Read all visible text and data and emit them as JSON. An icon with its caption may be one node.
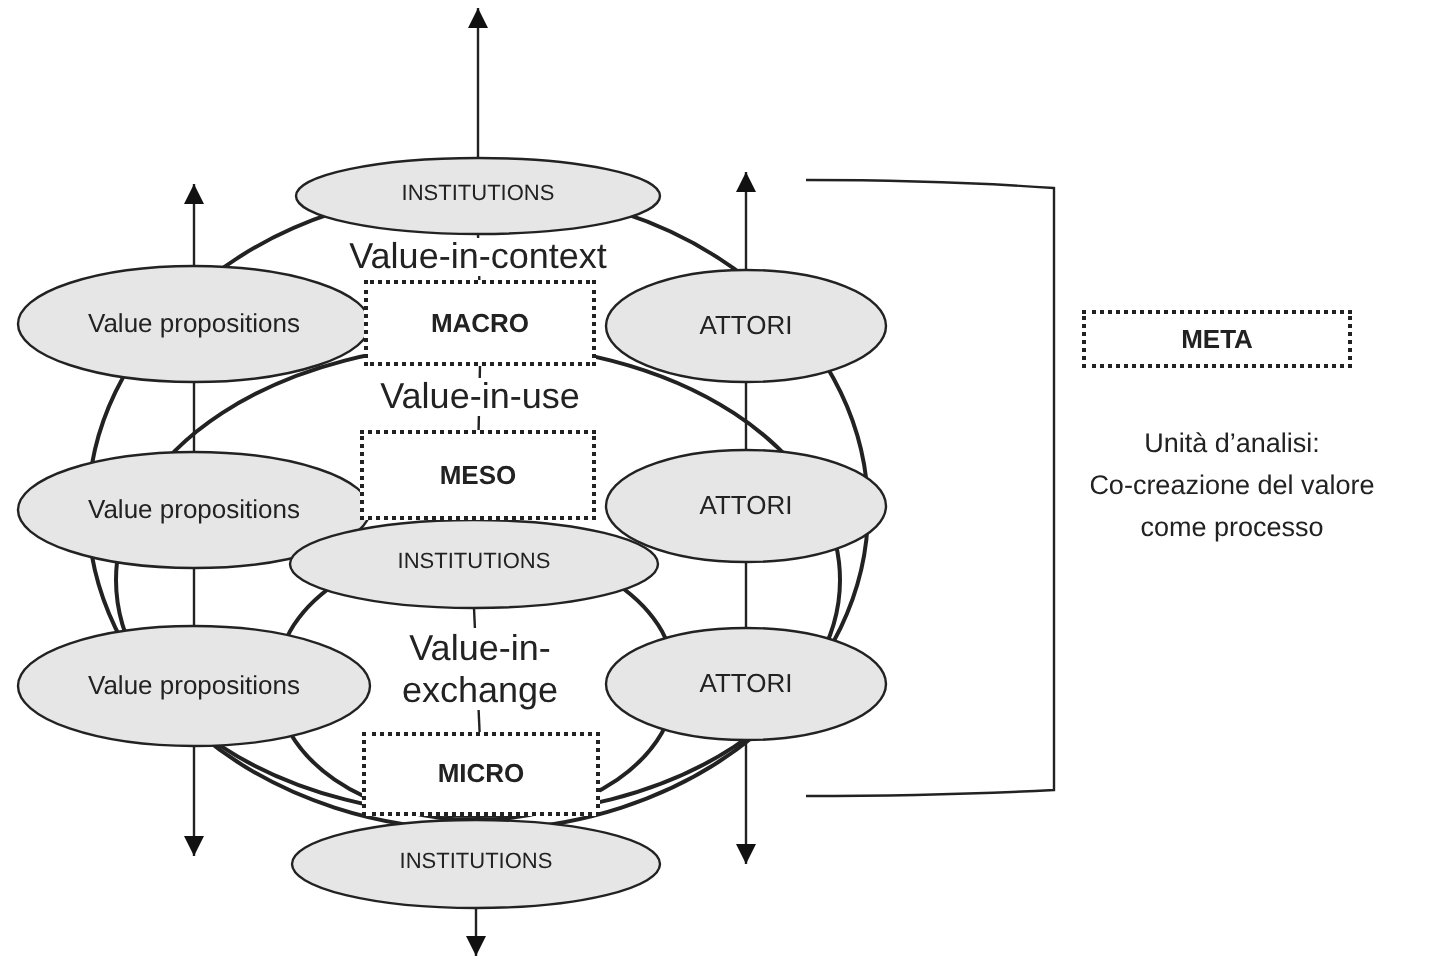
{
  "diagram": {
    "nodes": [
      {
        "text": [
          "INSTITUTIONS"
        ]
      },
      {
        "text": [
          "Value propositions"
        ]
      },
      {
        "text": [
          "MACRO"
        ]
      },
      {
        "text": [
          "ATTORI"
        ]
      },
      {
        "text": [
          "Value propositions"
        ]
      },
      {
        "text": [
          "MESO"
        ]
      },
      {
        "text": [
          "ATTORI"
        ]
      },
      {
        "text": [
          "INSTITUTIONS"
        ]
      },
      {
        "text": [
          "Value propositions"
        ]
      },
      {
        "text": [
          "ATTORI"
        ]
      },
      {
        "text": [
          "MICRO"
        ]
      },
      {
        "text": [
          "INSTITUTIONS"
        ]
      },
      {
        "text": [
          "META"
        ]
      }
    ],
    "edges": [
      {
        "from": 0,
        "to": null,
        "arrow": "to"
      },
      {
        "from": 0,
        "to": 2,
        "arrow": "none"
      },
      {
        "from": 2,
        "to": 5,
        "arrow": "none"
      },
      {
        "from": 7,
        "to": 10,
        "arrow": "none"
      },
      {
        "from": 11,
        "to": null,
        "arrow": "to"
      },
      {
        "from": 1,
        "to": null,
        "arrow": "to"
      },
      {
        "from": 1,
        "to": 4,
        "arrow": "none"
      },
      {
        "from": 4,
        "to": 8,
        "arrow": "none"
      },
      {
        "from": 8,
        "to": null,
        "arrow": "to"
      },
      {
        "from": 3,
        "to": null,
        "arrow": "to"
      },
      {
        "from": 3,
        "to": 6,
        "arrow": "none"
      },
      {
        "from": 6,
        "to": 9,
        "arrow": "none"
      },
      {
        "from": 9,
        "to": null,
        "arrow": "to"
      }
    ],
    "labels": [
      "Value-in-context",
      "Value-in-use",
      "Value-in-exchange",
      "Unità d’analisi: Co-creazione del valore come processo"
    ]
  }
}
